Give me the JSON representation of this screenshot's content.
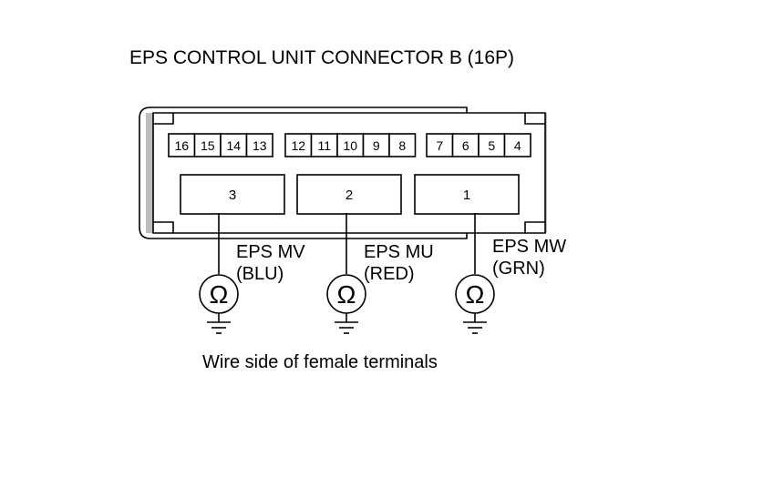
{
  "title": "EPS CONTROL UNIT CONNECTOR B (16P)",
  "connector": {
    "small_groups": [
      [
        "16",
        "15",
        "14",
        "13"
      ],
      [
        "12",
        "11",
        "10",
        "9",
        "8"
      ],
      [
        "7",
        "6",
        "5",
        "4"
      ]
    ],
    "large_terminals": [
      "3",
      "2",
      "1"
    ]
  },
  "probes": [
    {
      "terminal": "3",
      "name": "EPS MV",
      "color": "(BLU)"
    },
    {
      "terminal": "2",
      "name": "EPS MU",
      "color": "(RED)"
    },
    {
      "terminal": "1",
      "name": "EPS MW",
      "color": "(GRN)"
    }
  ],
  "ohmmeter_symbol": "Ω",
  "footer": "Wire side of female terminals"
}
